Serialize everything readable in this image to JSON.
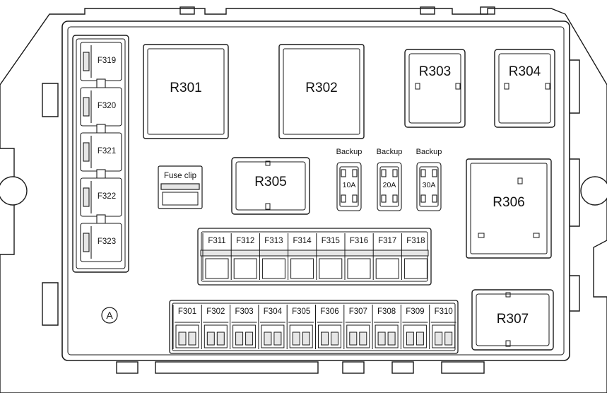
{
  "left_fuses": [
    {
      "id": "F319"
    },
    {
      "id": "F320"
    },
    {
      "id": "F321"
    },
    {
      "id": "F322"
    },
    {
      "id": "F323"
    }
  ],
  "relays": {
    "r301": "R301",
    "r302": "R302",
    "r303": "R303",
    "r304": "R304",
    "r305": "R305",
    "r306": "R306",
    "r307": "R307"
  },
  "fuse_clip": "Fuse clip",
  "backup_fuses": [
    {
      "label": "Backup",
      "rating": "10A"
    },
    {
      "label": "Backup",
      "rating": "20A"
    },
    {
      "label": "Backup",
      "rating": "30A"
    }
  ],
  "middle_row": [
    "F311",
    "F312",
    "F313",
    "F314",
    "F315",
    "F316",
    "F317",
    "F318"
  ],
  "bottom_row": [
    "F301",
    "F302",
    "F303",
    "F304",
    "F305",
    "F306",
    "F307",
    "F308",
    "F309",
    "F310"
  ],
  "marker": "A",
  "colors": {
    "line": "#1a1a1a",
    "body_gray": "#e6e6e6",
    "background": "#ffffff"
  }
}
